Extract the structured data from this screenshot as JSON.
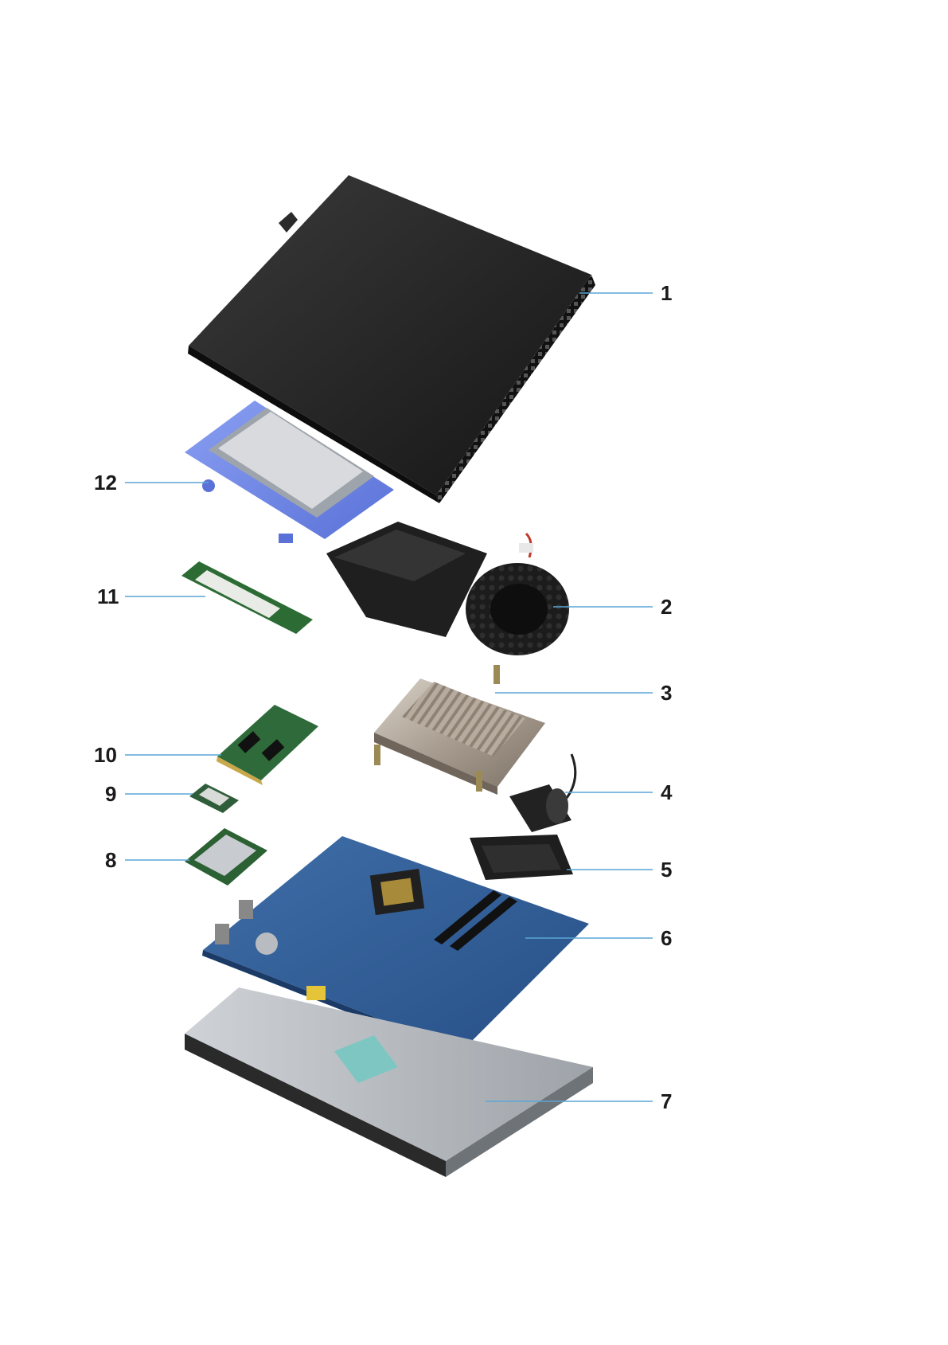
{
  "diagram": {
    "accent_color": "#5aa6d6",
    "callouts": [
      {
        "label": "1"
      },
      {
        "label": "2"
      },
      {
        "label": "3"
      },
      {
        "label": "4"
      },
      {
        "label": "5"
      },
      {
        "label": "6"
      },
      {
        "label": "7"
      },
      {
        "label": "8"
      },
      {
        "label": "9"
      },
      {
        "label": "10"
      },
      {
        "label": "11"
      },
      {
        "label": "12"
      }
    ]
  }
}
